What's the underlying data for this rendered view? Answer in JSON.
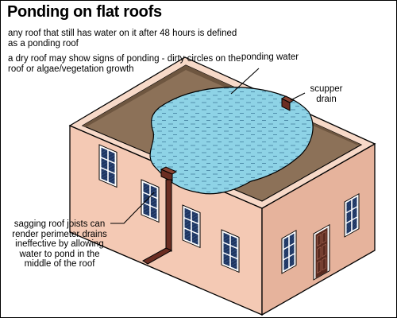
{
  "title": "Ponding on flat roofs",
  "notes": [
    "any roof that still has water on it after 48 hours is defined as a ponding roof",
    "a dry roof may show signs of ponding - dirty circles on the roof or algae/vegetation growth"
  ],
  "labels": {
    "ponding_water": "ponding water",
    "scupper_drain": "scupper drain",
    "sagging_joists": "sagging roof joists can render perimeter drains ineffective by allowing water to pond in the middle of the roof"
  },
  "colors": {
    "wall": "#f4c9b4",
    "wall_shadow": "#e6b39c",
    "roof": "#8c7158",
    "parapet": "#f7d9c8",
    "water": "#8ed3e6",
    "window_frame": "#ffffff",
    "window_glass": "#1e3561",
    "pipe": "#6b2d22",
    "door": "#5a2b20"
  }
}
